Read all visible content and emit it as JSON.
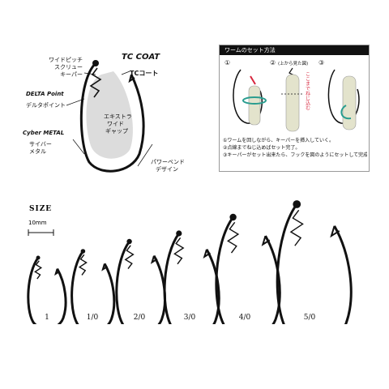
{
  "diagram": {
    "brand_logo": "TC COAT",
    "tc_coat_label": "TCコート",
    "wide_pitch": [
      "ワイドピッチ",
      "スクリュー",
      "キーパー"
    ],
    "delta_logo": "DELTA Point",
    "delta_label": "デルタポイント",
    "extra_wide": [
      "エキストラ",
      "ワイド",
      "ギャップ"
    ],
    "cyber_logo": "Cyber METAL",
    "cyber_label": [
      "サイバー",
      "メタル"
    ],
    "power_bend": [
      "パワーベンド",
      "デザイン"
    ]
  },
  "instructions": {
    "title": "ワームのセット方法",
    "step_numbers": [
      "①",
      "②",
      "③"
    ],
    "step2_caption": "(上から見た図)",
    "red_caption": "ここまでねじ込む",
    "steps": [
      "①ワームを回しながら、キーパーを挿入していく。",
      "②点線までねじ込めばセット完了。",
      "③キーパーがセット出来たら、フックを図のようにセットして完成。"
    ],
    "accent_color": "#2a9d8f",
    "red_color": "#d7263d"
  },
  "sizes": {
    "title": "SIZE",
    "scale_label": "10mm",
    "hooks": [
      "1",
      "1/0",
      "2/0",
      "3/0",
      "4/0",
      "5/0"
    ]
  }
}
